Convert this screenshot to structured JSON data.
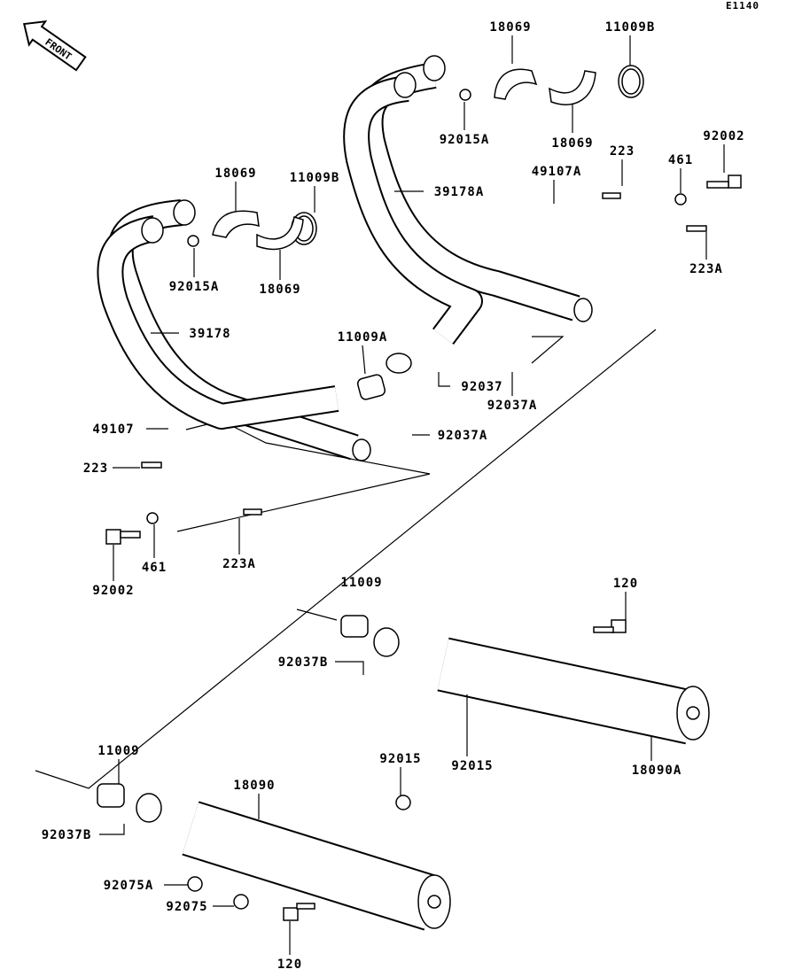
{
  "diagram_code": "E1140",
  "front_indicator": "FRONT",
  "labels": [
    "18069",
    "11009B",
    "92015A",
    "18069",
    "223",
    "92002",
    "461",
    "49107A",
    "39178A",
    "223A",
    "18069",
    "11009B",
    "92015A",
    "18069",
    "39178",
    "11009A",
    "92037",
    "92037A",
    "49107",
    "92037A",
    "223",
    "461",
    "223A",
    "92002",
    "11009",
    "120",
    "92037B",
    "92015",
    "18090A",
    "11009",
    "18090",
    "92015",
    "92037B",
    "92075A",
    "92075",
    "120"
  ]
}
